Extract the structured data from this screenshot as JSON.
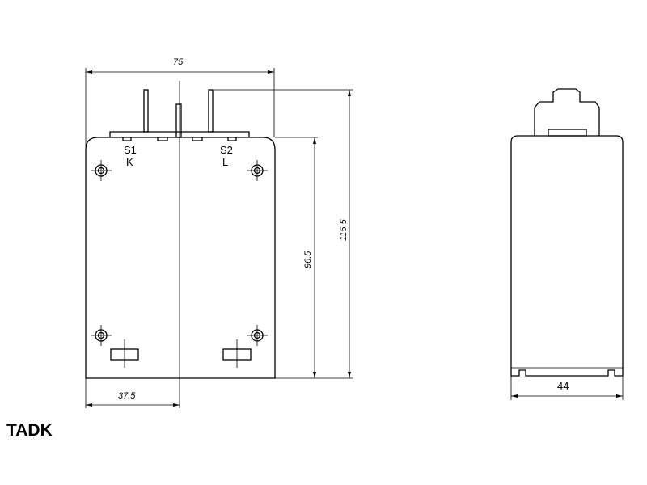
{
  "title": "TADK",
  "front_view": {
    "dim_width": "75",
    "dim_half_width": "37.5",
    "dim_total_height": "115.5",
    "dim_body_height": "96.5",
    "terminal_s1": "S1",
    "terminal_k": "K",
    "terminal_s2": "S2",
    "terminal_l": "L"
  },
  "side_view": {
    "dim_depth": "44"
  }
}
